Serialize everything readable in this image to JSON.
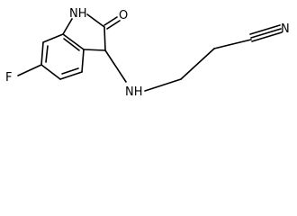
{
  "molecule": {
    "atoms": {
      "nh_ring": "NH",
      "oxygen": "O",
      "fluorine": "F",
      "nh_amine": "NH",
      "nitrogen_nitrile": "N"
    }
  },
  "colors": {
    "bond": "#000000",
    "label": "#000000",
    "background": "#ffffff"
  }
}
